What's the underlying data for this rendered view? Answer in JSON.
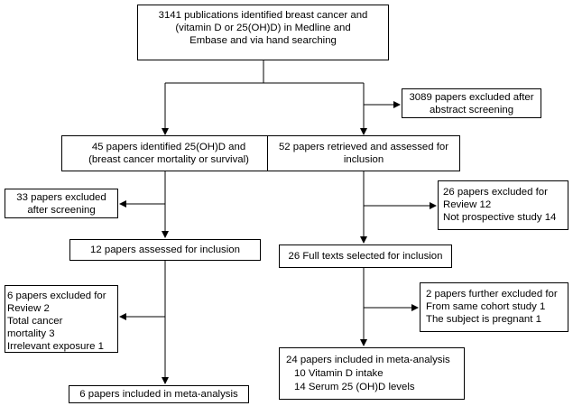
{
  "boxes": {
    "top": {
      "lines": [
        "3141 publications identified breast cancer and",
        "(vitamin D or 25(OH)D) in Medline and",
        "Embase and via hand searching"
      ]
    },
    "excluded_abstract": {
      "lines": [
        "3089 papers excluded after",
        "abstract screening"
      ]
    },
    "identified_mortality": {
      "lines": [
        "45 papers identified 25(OH)D and",
        "(breast cancer mortality or survival)"
      ]
    },
    "retrieved_assessed": {
      "lines": [
        "52 papers retrieved and assessed for",
        "inclusion"
      ]
    },
    "excluded_screening": {
      "lines": [
        "33 papers excluded",
        "after screening"
      ]
    },
    "excluded_review": {
      "lines": [
        "26 papers excluded for",
        "Review 12",
        "Not prospective study 14"
      ]
    },
    "assessed_inclusion": {
      "lines": [
        "12 papers assessed for inclusion"
      ]
    },
    "full_texts": {
      "lines": [
        "26 Full texts selected for inclusion"
      ]
    },
    "excluded_six": {
      "lines": [
        "6 papers excluded for",
        "Review 2",
        "Total cancer",
        "mortality 3",
        "Irrelevant exposure 1"
      ]
    },
    "further_excluded": {
      "lines": [
        "2 papers further excluded for",
        "From same cohort study 1",
        "The subject is pregnant 1"
      ]
    },
    "included_24": {
      "lines": [
        "24 papers included in meta-analysis",
        "10 Vitamin D intake",
        "14 Serum 25 (OH)D levels"
      ]
    },
    "included_6": {
      "lines": [
        "6 papers included in meta-analysis"
      ]
    }
  },
  "colors": {
    "line": "#000000",
    "box_border": "#000000",
    "background": "#ffffff"
  }
}
